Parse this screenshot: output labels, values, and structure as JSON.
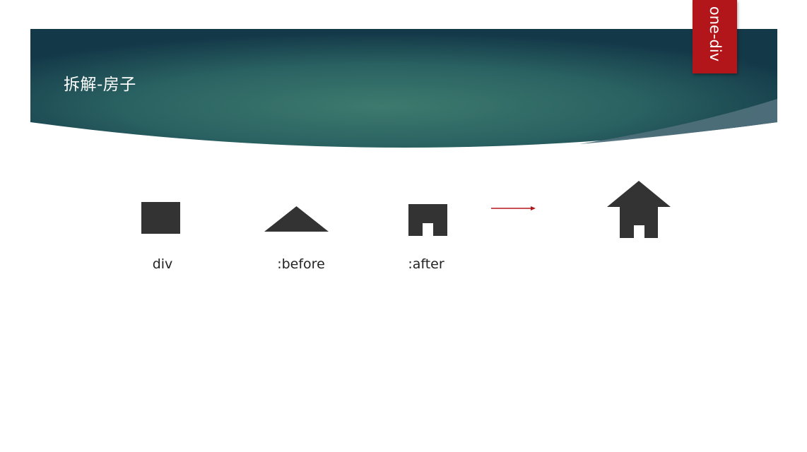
{
  "slide": {
    "title": "拆解-房子",
    "tag_label": "one-div"
  },
  "steps": [
    {
      "label": "div",
      "icon": "square-icon"
    },
    {
      "label": ":before",
      "icon": "roof-triangle-icon"
    },
    {
      "label": ":after",
      "icon": "door-block-icon"
    }
  ],
  "result": {
    "icon": "house-icon"
  },
  "colors": {
    "banner_center": "#3e7a6e",
    "banner_edge": "#133848",
    "tag_red": "#b3161a",
    "shape_fill": "#333333",
    "arrow_red": "#b3161a"
  }
}
